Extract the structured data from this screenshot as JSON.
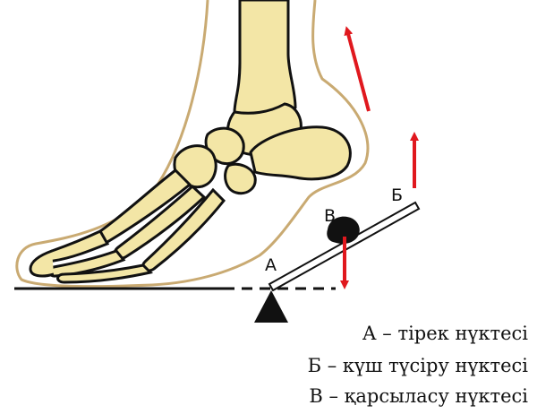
{
  "points": {
    "a": "А",
    "b": "Б",
    "c": "В"
  },
  "legend": {
    "a_letter": "А",
    "a_text": " – тірек нүктесі",
    "b_letter": "Б",
    "b_text": " – күш түсіру нүктесі",
    "c_letter": "В",
    "c_text": " – қарсыласу нүктесі"
  },
  "colors": {
    "bone": "#f3e6a6",
    "skin_outline": "#c9aa72",
    "arrow": "#e0181e",
    "ink": "#111111"
  }
}
